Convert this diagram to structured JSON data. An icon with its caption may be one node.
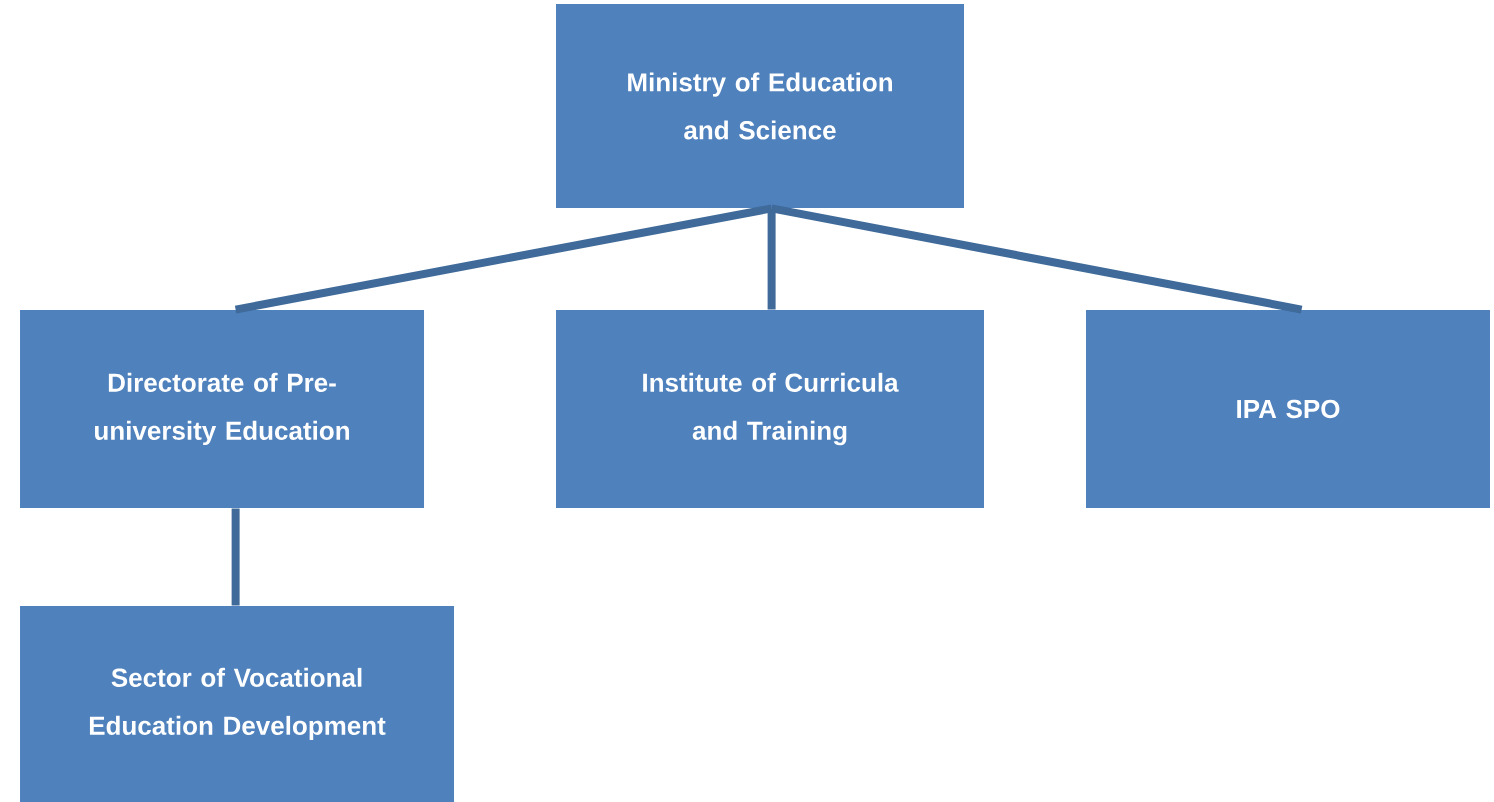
{
  "diagram": {
    "nodes": [
      {
        "text": [
          "Ministry of Education and Science"
        ]
      },
      {
        "text": [
          "Directorate of Pre-university Education"
        ]
      },
      {
        "text": [
          "Institute of Curricula and Training"
        ]
      },
      {
        "text": [
          "IPA SPO"
        ]
      },
      {
        "text": [
          "Sector of Vocational Education Development"
        ]
      }
    ],
    "edges": [
      {
        "from": 0,
        "to": 1,
        "arrow": "none"
      },
      {
        "from": 0,
        "to": 2,
        "arrow": "none"
      },
      {
        "from": 0,
        "to": 3,
        "arrow": "none"
      },
      {
        "from": 1,
        "to": 4,
        "arrow": "none"
      }
    ]
  }
}
